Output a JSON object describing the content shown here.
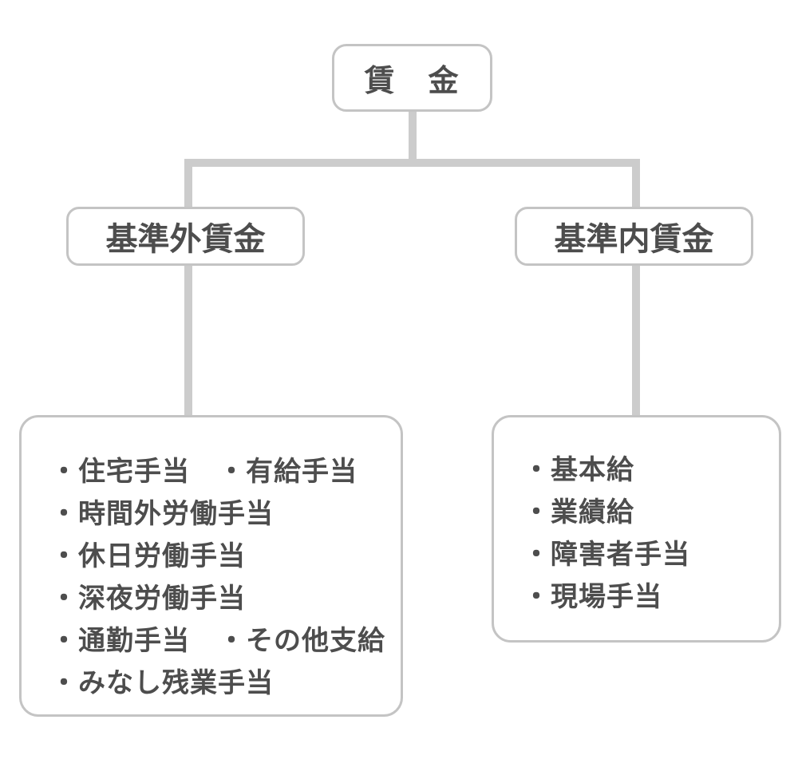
{
  "theme": {
    "background": "#ffffff",
    "box_border": "#c4c4c4",
    "connector": "#cccccc",
    "text": "#4d4d4d"
  },
  "tree": {
    "root": {
      "label": "賃　金"
    },
    "branches": [
      {
        "label": "基準外賃金"
      },
      {
        "label": "基準内賃金"
      }
    ],
    "left_leaf": {
      "lines": [
        "・住宅手当　・有給手当",
        "・時間外労働手当",
        "・休日労働手当",
        "・深夜労働手当",
        "・通勤手当　・その他支給",
        "・みなし残業手当"
      ]
    },
    "right_leaf": {
      "lines": [
        "・基本給",
        "・業績給",
        "・障害者手当",
        "・現場手当"
      ]
    }
  }
}
